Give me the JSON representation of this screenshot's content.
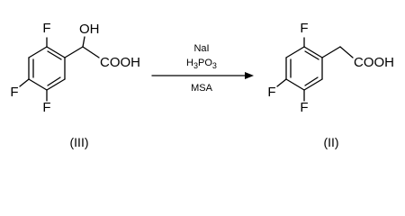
{
  "scheme": {
    "starting_material": {
      "label": "(III)",
      "substituents": {
        "f_top": "F",
        "f_left": "F",
        "f_bottom": "F",
        "hydroxyl": "OH",
        "acid": "COOH"
      }
    },
    "product": {
      "label": "(II)",
      "substituents": {
        "f_top": "F",
        "f_left": "F",
        "f_bottom": "F",
        "acid": "COOH"
      }
    },
    "conditions": {
      "reagent_1": "NaI",
      "reagent_2_base": "H",
      "reagent_2_sub_1": "3",
      "reagent_2_mid": "PO",
      "reagent_2_sub_2": "3",
      "reagent_3": "MSA"
    }
  }
}
